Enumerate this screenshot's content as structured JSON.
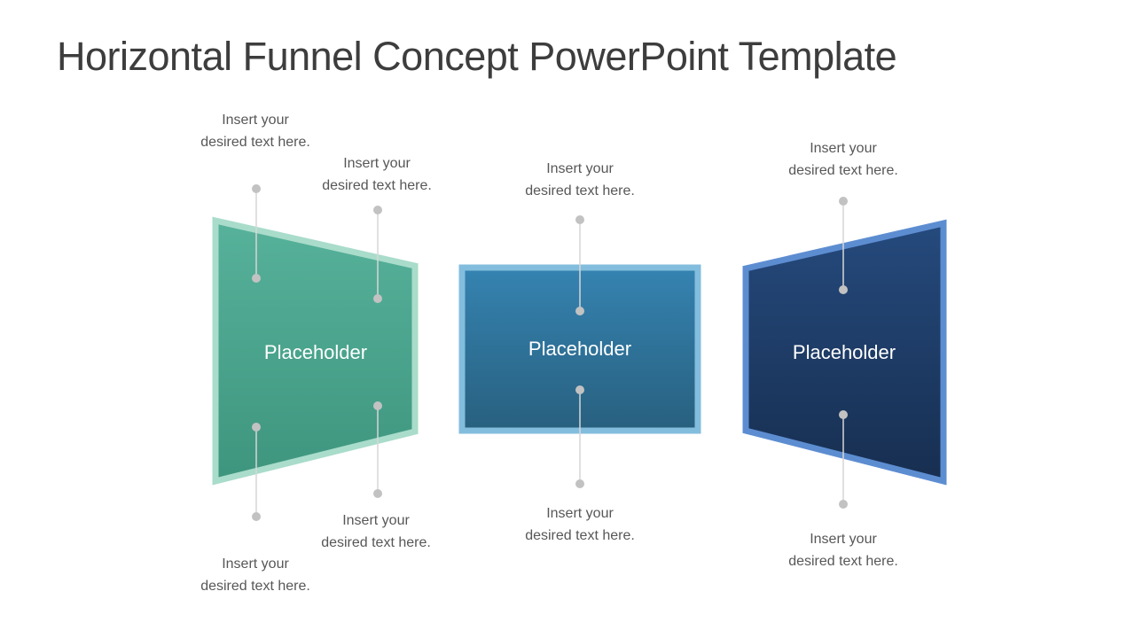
{
  "slide": {
    "title": "Horizontal Funnel Concept PowerPoint Template",
    "title_color": "#3d3d3d",
    "background_color": "#ffffff"
  },
  "connectors": {
    "line_color": "#d6d6d6",
    "dot_color": "#c2c2c2"
  },
  "stages": [
    {
      "label": "Placeholder",
      "text_color": "#ffffff",
      "border_color": "#a9dcca",
      "fill_top": "#57b29b",
      "fill_bottom": "#3e957e"
    },
    {
      "label": "Placeholder",
      "text_color": "#ffffff",
      "border_color": "#83bddd",
      "fill_top": "#3583b1",
      "fill_bottom": "#28607f"
    },
    {
      "label": "Placeholder",
      "text_color": "#ffffff",
      "border_color": "#5d8dd1",
      "fill_top": "#254a7d",
      "fill_bottom": "#172e50"
    }
  ],
  "callouts": [
    {
      "line1": "Insert your",
      "line2": "desired text here."
    },
    {
      "line1": "Insert your",
      "line2": "desired text here."
    },
    {
      "line1": "Insert your",
      "line2": "desired text here."
    },
    {
      "line1": "Insert your",
      "line2": "desired text here."
    },
    {
      "line1": "Insert your",
      "line2": "desired text here."
    },
    {
      "line1": "Insert your",
      "line2": "desired text here."
    },
    {
      "line1": "Insert your",
      "line2": "desired text here."
    },
    {
      "line1": "Insert your",
      "line2": "desired text here."
    }
  ]
}
